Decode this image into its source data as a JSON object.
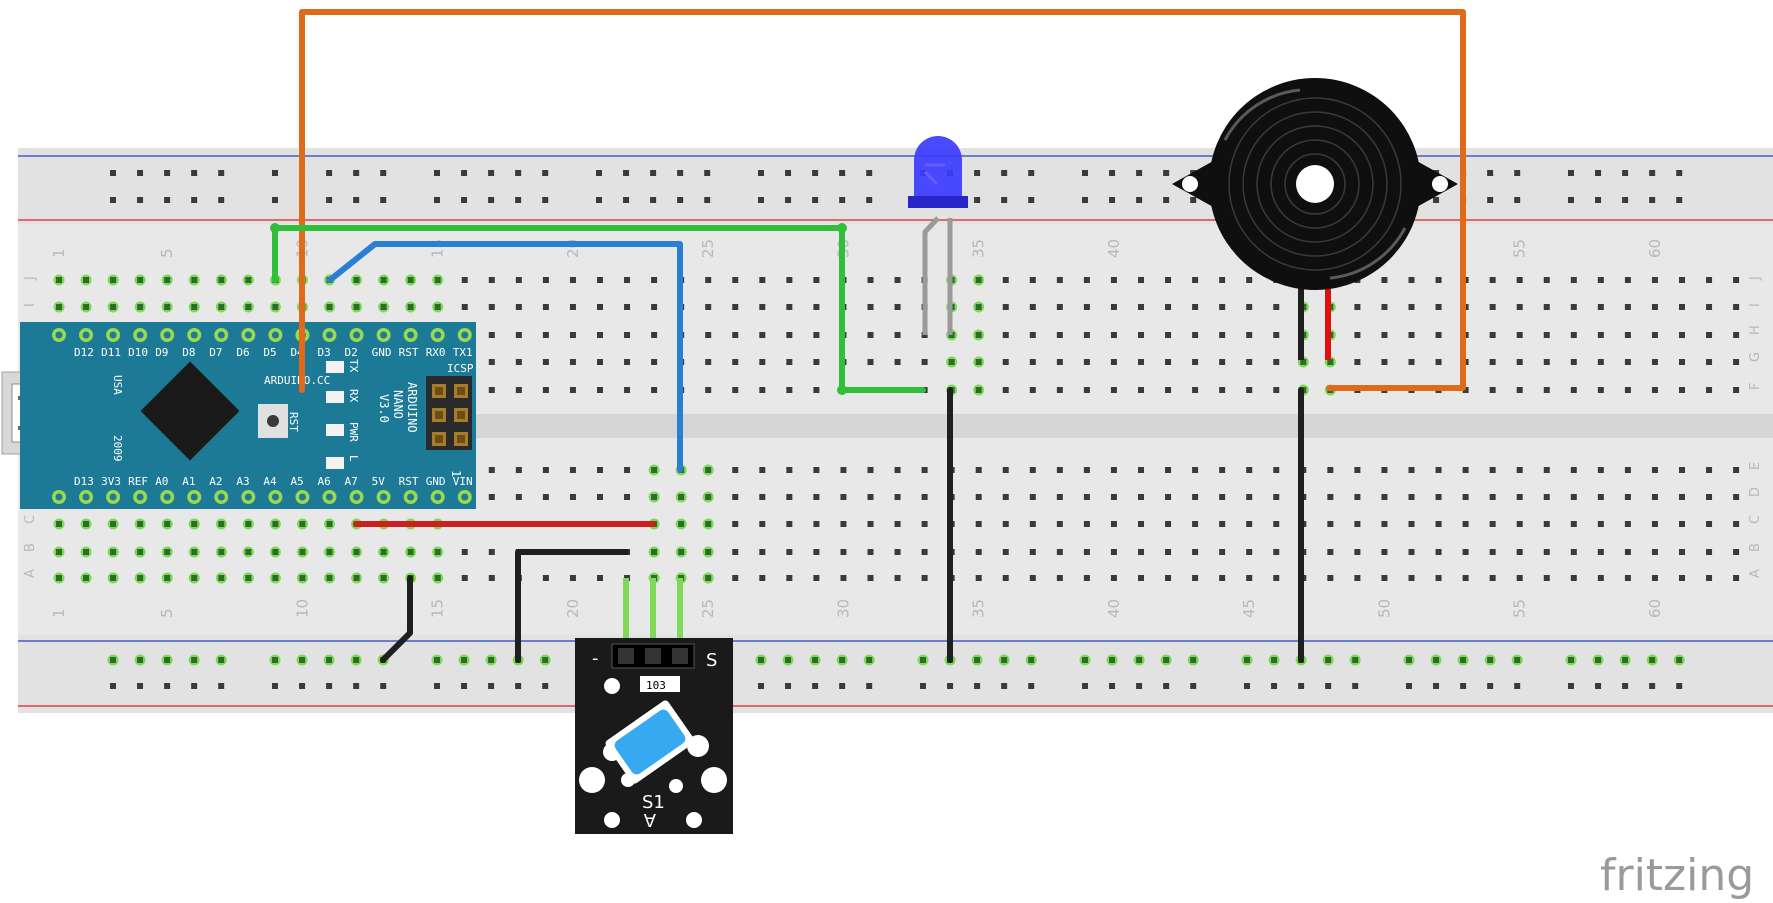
{
  "breadboard": {
    "column_numbers": [
      "1",
      "5",
      "10",
      "15",
      "20",
      "25",
      "30",
      "35",
      "40",
      "45",
      "50",
      "55",
      "60"
    ],
    "row_letters_top": [
      "J",
      "I",
      "H",
      "G",
      "F"
    ],
    "row_letters_bottom": [
      "E",
      "D",
      "C",
      "B",
      "A"
    ],
    "colors": {
      "board": "#e6e6e6",
      "rail": "#d4d4d4",
      "rail_red": "#d8232a",
      "rail_blue": "#2a3fbf",
      "hole": "#3a3a3a",
      "hole_active": "#7ed957"
    }
  },
  "arduino": {
    "pins_top": [
      "D12",
      "D11",
      "D10",
      "D9",
      "D8",
      "D7",
      "D6",
      "D5",
      "D4",
      "D3",
      "D2",
      "GND",
      "RST",
      "RX0",
      "TX1"
    ],
    "pins_bottom": [
      "D13",
      "3V3",
      "REF",
      "A0",
      "A1",
      "A2",
      "A3",
      "A4",
      "A5",
      "A6",
      "A7",
      "5V",
      "RST",
      "GND",
      "VIN"
    ],
    "brand_text": "ARDUINO.CC",
    "model_lines": [
      "ARDUINO",
      "NANO",
      "V3.0"
    ],
    "side_text": [
      "USA",
      "2009"
    ],
    "icsp_label": "ICSP",
    "reset_label": "RST",
    "led_labels": [
      "TX",
      "RX",
      "PWR",
      "L"
    ],
    "corner_label": "1",
    "color": "#1c7a96"
  },
  "sensor_module": {
    "pin_labels": [
      "-",
      "S"
    ],
    "resistor_label": "103",
    "switch_label": "S1",
    "bottom_label": "A",
    "color": "#1a1a1a"
  },
  "wires": {
    "orange": "#e0691a",
    "green": "#2fbf3a",
    "blue": "#2a7fd4",
    "black": "#1f1f1f",
    "red": "#cc1f1f"
  },
  "watermark": "fritzing"
}
